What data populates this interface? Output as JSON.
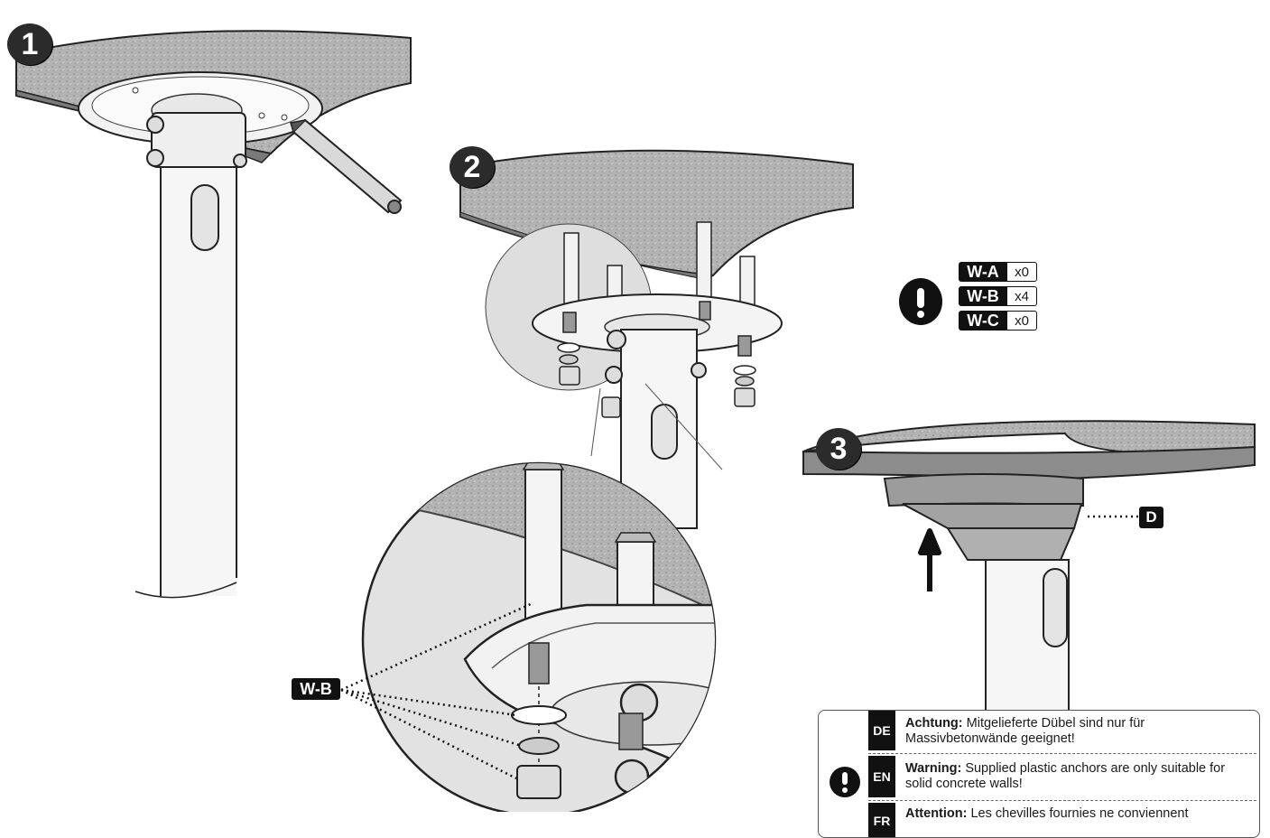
{
  "steps": {
    "one": "1",
    "two": "2",
    "three": "3"
  },
  "parts_list": [
    {
      "code": "W-A",
      "qty": "x0"
    },
    {
      "code": "W-B",
      "qty": "x4"
    },
    {
      "code": "W-C",
      "qty": "x0"
    }
  ],
  "callouts": {
    "wb_label": "W-B",
    "d_label": "D"
  },
  "warning": {
    "de": {
      "lang": "DE",
      "bold": "Achtung:",
      "text": " Mitgelieferte Dübel sind nur für Massivbetonwände geeignet!"
    },
    "en": {
      "lang": "EN",
      "bold": "Warning:",
      "text": " Supplied plastic anchors are only suitable for solid concrete walls!"
    },
    "fr": {
      "lang": "FR",
      "bold": "Attention:",
      "text": " Les chevilles fournies ne conviennent"
    }
  },
  "colors": {
    "dark": "#111111",
    "ceiling": "#9a9a9a",
    "ceiling_edge": "#6f6f6f",
    "metal": "#ededed"
  }
}
